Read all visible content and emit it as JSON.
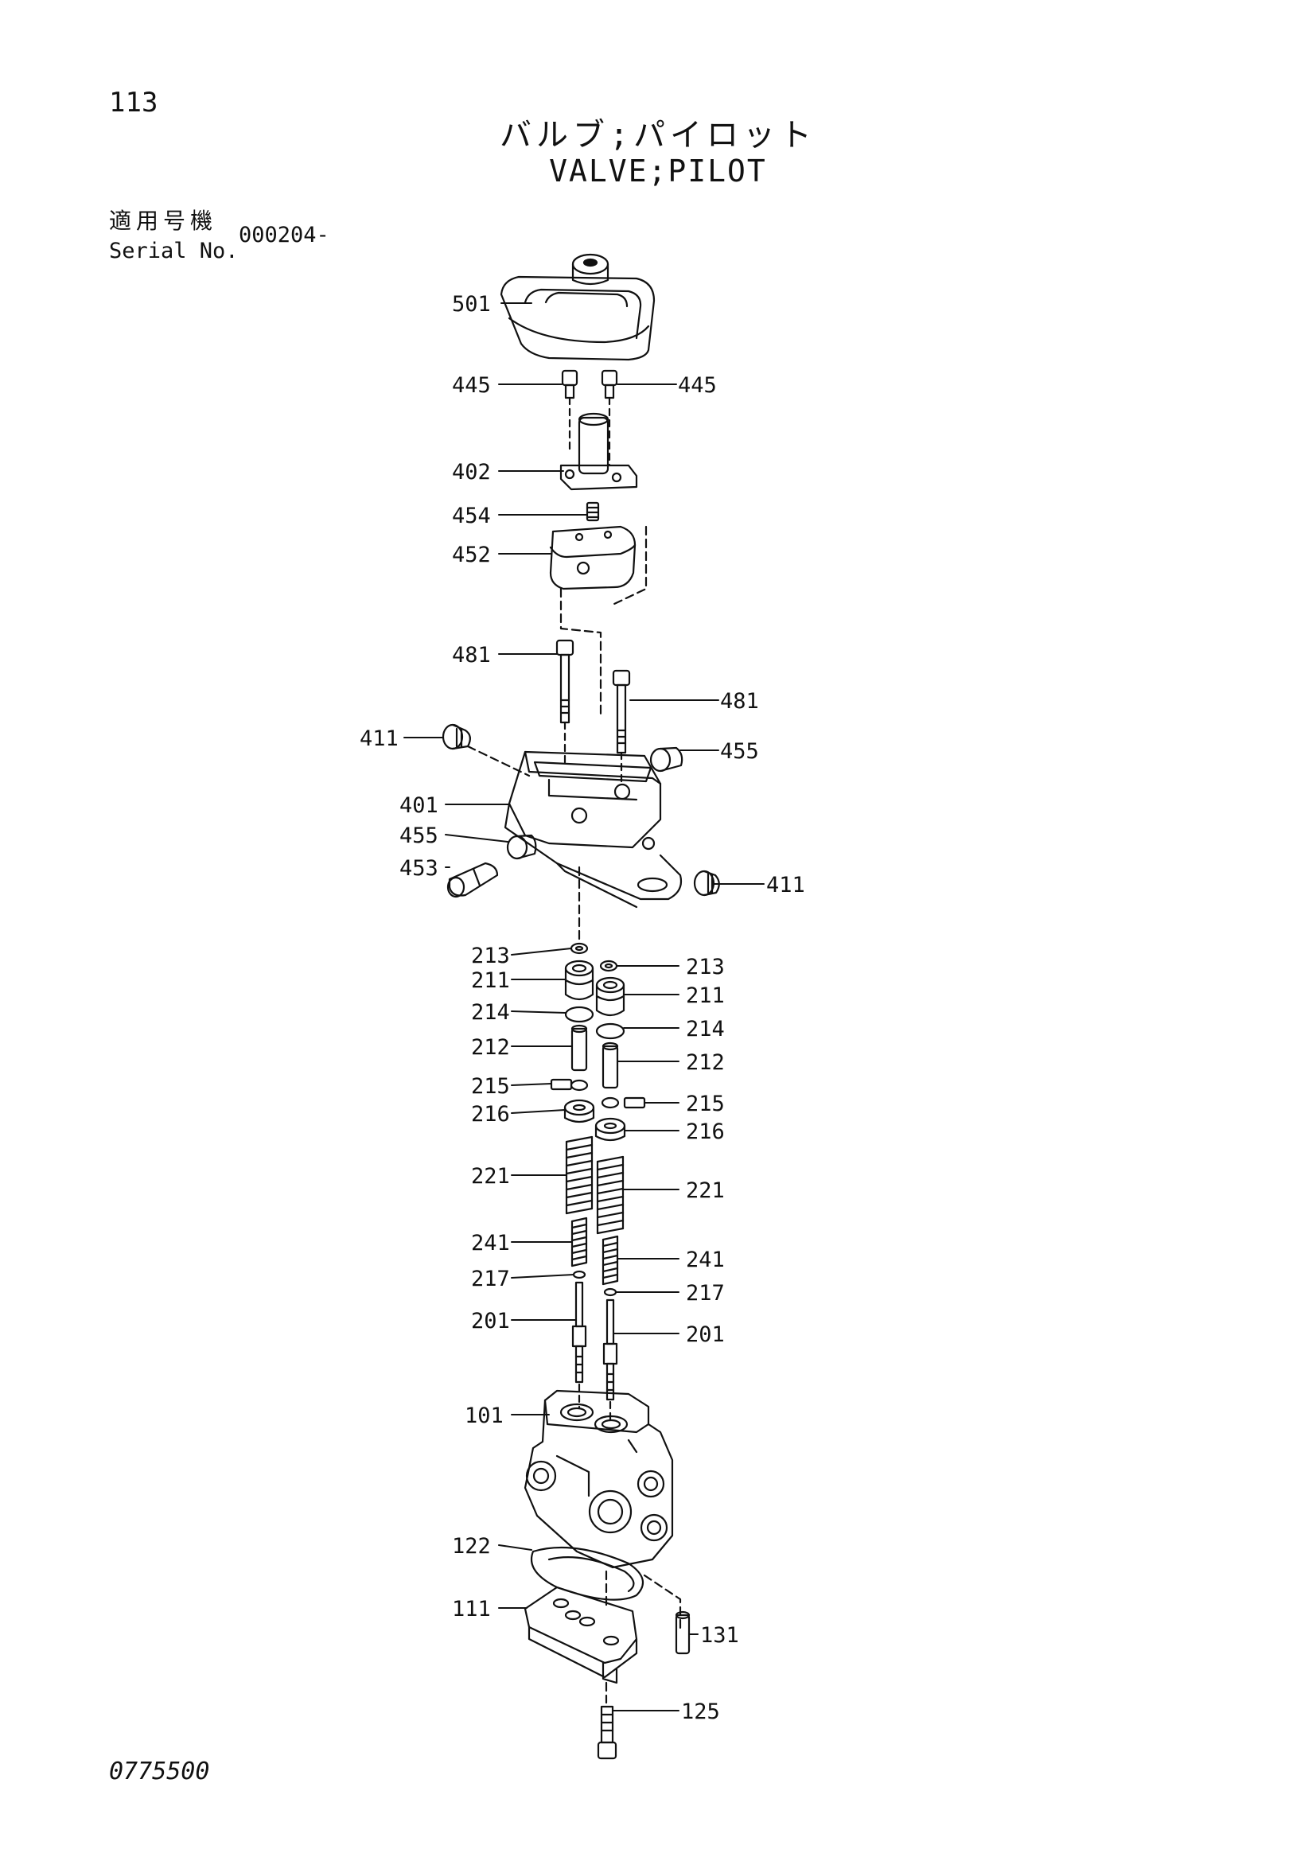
{
  "page": {
    "page_number": "113",
    "title_jp": "バルブ;パイロット",
    "title_en": "VALVE;PILOT",
    "serial_label_jp": "適用号機",
    "serial_label_en": "Serial No.",
    "serial_value": "000204-",
    "document_code": "0775500"
  },
  "callouts": {
    "c501": "501",
    "c445a": "445",
    "c445b": "445",
    "c402": "402",
    "c454": "454",
    "c452": "452",
    "c481a": "481",
    "c481b": "481",
    "c411a": "411",
    "c455a": "455",
    "c401": "401",
    "c455b": "455",
    "c453": "453",
    "c411b": "411",
    "c213a": "213",
    "c213b": "213",
    "c211a": "211",
    "c211b": "211",
    "c214a": "214",
    "c214b": "214",
    "c212a": "212",
    "c212b": "212",
    "c215a": "215",
    "c215b": "215",
    "c216a": "216",
    "c216b": "216",
    "c221a": "221",
    "c221b": "221",
    "c241a": "241",
    "c241b": "241",
    "c217a": "217",
    "c217b": "217",
    "c201a": "201",
    "c201b": "201",
    "c101": "101",
    "c122": "122",
    "c111": "111",
    "c131": "131",
    "c125": "125"
  },
  "colors": {
    "ink": "#111111",
    "paper": "#ffffff"
  }
}
